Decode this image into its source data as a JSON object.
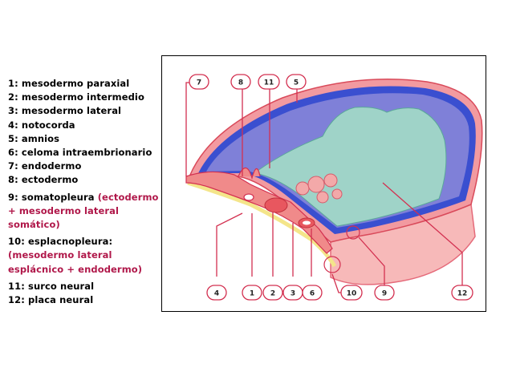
{
  "legend": {
    "item1": "1: mesodermo paraxial",
    "item2": "2: mesodermo intermedio",
    "item3": "3: mesodermo lateral",
    "item4": "4: notocorda",
    "item5": "5: amnios",
    "item6": "6: celoma intraembrionario",
    "item7": "7: endodermo",
    "item8": "8: ectodermo",
    "item9_a": "9: somatopleura ",
    "item9_b": "(ectodermo",
    "item9_c": "+ mesodermo lateral",
    "item9_d": "somático)",
    "item10_a": "10: esplacnopleura:",
    "item10_b": "(mesodermo lateral",
    "item10_c": "esplácnico + endodermo)",
    "item11": "11: surco neural",
    "item12": "12: placa neural"
  },
  "callouts": {
    "c7": "7",
    "c8": "8",
    "c11": "11",
    "c5": "5",
    "c4": "4",
    "c1": "1",
    "c2": "2",
    "c3": "3",
    "c6": "6",
    "c10": "10",
    "c9": "9",
    "c12": "12"
  },
  "colors": {
    "accent_red": "#b0184a",
    "ectoderm_blue": "#3a4fd0",
    "amnion_cavity": "#7f80d8",
    "neural_plate": "#9fd3c8",
    "mesoderm_pink": "#f08a8a",
    "endoderm_yellow": "#f4e58a",
    "callout_line": "#d33050",
    "yolk_sac": "#f7b9b9"
  }
}
